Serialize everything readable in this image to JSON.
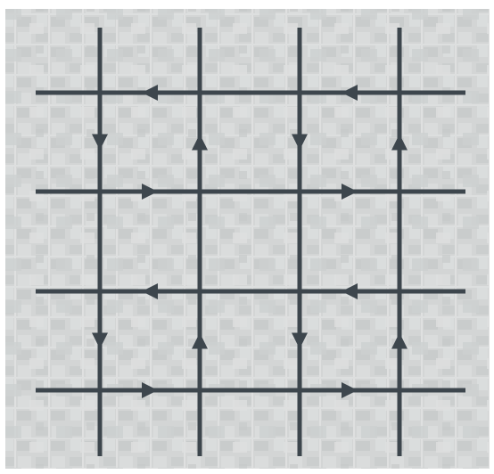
{
  "colors": {
    "page_background": "#ffffff",
    "map_background": "#d2d5d5",
    "roads_and_arrows": "#3d464d"
  },
  "background": "aerial-city-map",
  "grid": {
    "horizontal_roads": [
      {
        "row": 1,
        "direction": "west"
      },
      {
        "row": 2,
        "direction": "east"
      },
      {
        "row": 3,
        "direction": "west"
      },
      {
        "row": 4,
        "direction": "east"
      }
    ],
    "vertical_roads": [
      {
        "column": 1,
        "direction": "south"
      },
      {
        "column": 2,
        "direction": "north"
      },
      {
        "column": 3,
        "direction": "south"
      },
      {
        "column": 4,
        "direction": "north"
      }
    ]
  }
}
